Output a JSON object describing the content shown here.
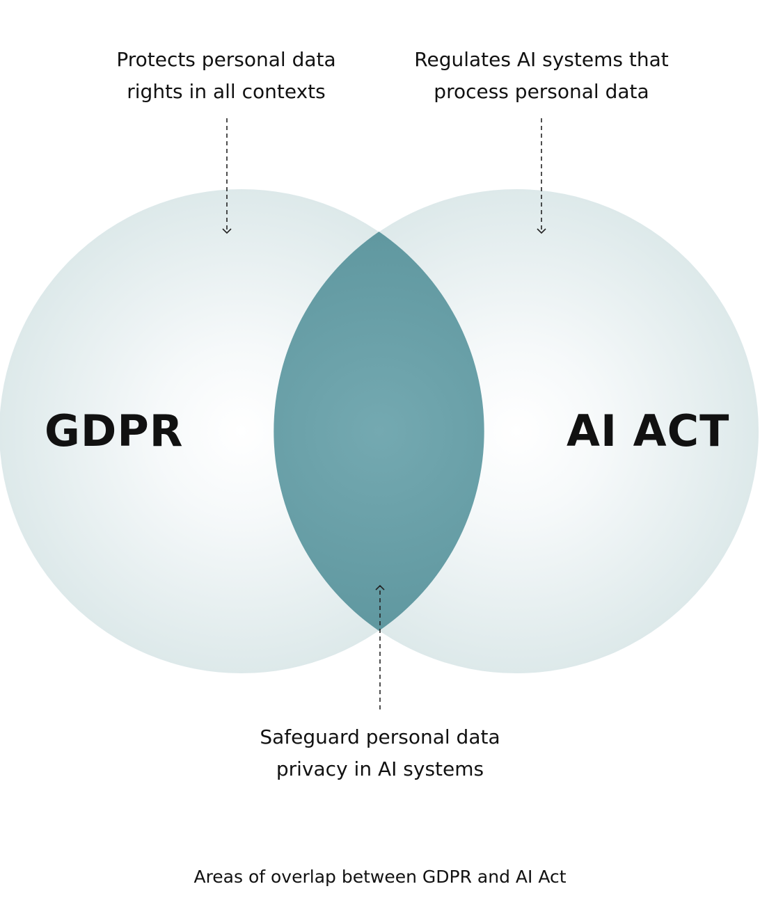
{
  "diagram": {
    "left_set": {
      "label": "GDPR",
      "annotation": [
        "Protects personal data",
        "rights in all contexts"
      ]
    },
    "right_set": {
      "label": "AI ACT",
      "annotation": [
        "Regulates AI systems that",
        "process personal data"
      ]
    },
    "overlap": {
      "annotation": [
        "Safeguard personal data",
        "privacy in AI systems"
      ]
    },
    "caption": "Areas of overlap between GDPR and AI Act"
  },
  "colors": {
    "circle_edge": "#dde9ea",
    "circle_center": "#ffffff",
    "overlap_center": "#74a9b1",
    "overlap_edge": "#5f979f",
    "text": "#111111",
    "connector": "#222222"
  }
}
